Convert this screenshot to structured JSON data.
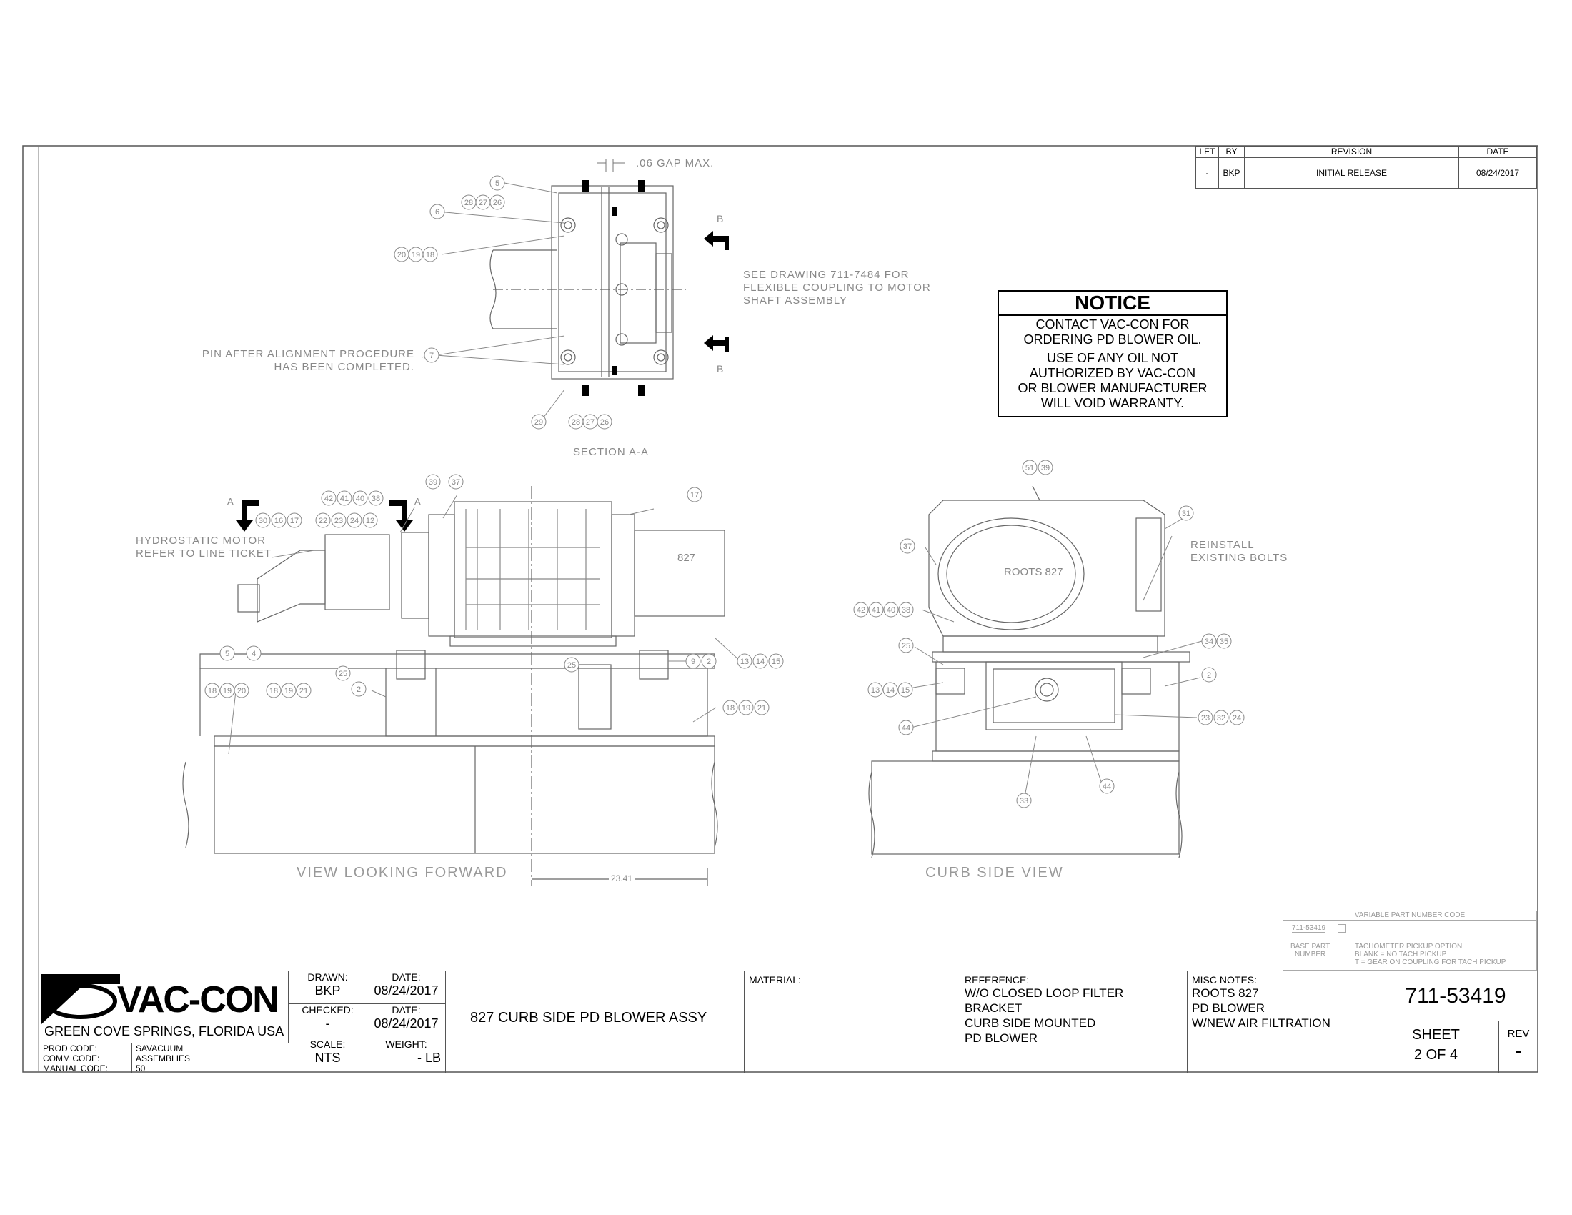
{
  "revision_table": {
    "headers": [
      "LET",
      "BY",
      "REVISION",
      "DATE"
    ],
    "rows": [
      [
        "-",
        "BKP",
        "INITIAL RELEASE",
        "08/24/2017"
      ]
    ]
  },
  "notice": {
    "title": "NOTICE",
    "line1": "CONTACT VAC-CON FOR",
    "line2": "ORDERING PD BLOWER OIL.",
    "line3": "USE OF ANY OIL NOT",
    "line4": "AUTHORIZED BY VAC-CON",
    "line5": "OR BLOWER MANUFACTURER",
    "line6": "WILL VOID WARRANTY."
  },
  "section_view": {
    "gap_note": ".06 GAP MAX.",
    "see_drawing_1": "SEE DRAWING 711-7484 FOR",
    "see_drawing_2": "FLEXIBLE COUPLING TO MOTOR",
    "see_drawing_3": "SHAFT ASSEMBLY",
    "pin_note_1": "PIN AFTER ALIGNMENT PROCEDURE",
    "pin_note_2": "HAS BEEN COMPLETED.",
    "label": "SECTION A-A",
    "marker_b": "B",
    "balloons": [
      "5",
      "6",
      "28",
      "27",
      "26",
      "20",
      "19",
      "18",
      "7",
      "29",
      "28",
      "27",
      "26"
    ]
  },
  "forward_view": {
    "label": "VIEW LOOKING FORWARD",
    "motor_note_1": "HYDROSTATIC MOTOR",
    "motor_note_2": "REFER TO LINE TICKET",
    "marker_a": "A",
    "blower_text": "827",
    "dimension": "23.41",
    "balloons": [
      "30",
      "16",
      "17",
      "42",
      "41",
      "40",
      "38",
      "22",
      "23",
      "24",
      "12",
      "39",
      "37",
      "17",
      "5",
      "4",
      "25",
      "25",
      "9",
      "13",
      "14",
      "15",
      "2",
      "2",
      "18",
      "19",
      "20",
      "18",
      "19",
      "21",
      "18",
      "19",
      "21"
    ]
  },
  "curb_view": {
    "label": "CURB SIDE VIEW",
    "blower_text": "ROOTS 827",
    "reinstall_1": "REINSTALL",
    "reinstall_2": "EXISTING BOLTS",
    "balloons": [
      "51",
      "39",
      "31",
      "37",
      "42",
      "41",
      "40",
      "38",
      "25",
      "34",
      "35",
      "2",
      "13",
      "14",
      "15",
      "44",
      "23",
      "32",
      "24",
      "33",
      "44"
    ]
  },
  "variable_part": {
    "title": "VARIABLE PART NUMBER CODE",
    "base": "711-53419",
    "base_label_1": "BASE PART",
    "base_label_2": "NUMBER",
    "tach_1": "TACHOMETER PICKUP OPTION",
    "tach_2": "BLANK = NO TACH PICKUP",
    "tach_3": "T = GEAR ON COUPLING FOR TACH PICKUP"
  },
  "title_block": {
    "company": "VAC-CON",
    "location": "GREEN COVE SPRINGS, FLORIDA USA",
    "prod_code_label": "PROD CODE:",
    "prod_code": "SAVACUUM",
    "comm_code_label": "COMM CODE:",
    "comm_code": "ASSEMBLIES",
    "manual_code_label": "MANUAL CODE:",
    "manual_code": "50",
    "drawn_label": "DRAWN:",
    "drawn": "BKP",
    "drawn_date_label": "DATE:",
    "drawn_date": "08/24/2017",
    "checked_label": "CHECKED:",
    "checked": "-",
    "checked_date_label": "DATE:",
    "checked_date": "08/24/2017",
    "scale_label": "SCALE:",
    "scale": "NTS",
    "weight_label": "WEIGHT:",
    "weight": "- LB",
    "title": "827 CURB SIDE PD BLOWER ASSY",
    "material_label": "MATERIAL:",
    "reference_label": "REFERENCE:",
    "reference_1": "W/O CLOSED LOOP FILTER",
    "reference_2": "BRACKET",
    "reference_3": "CURB SIDE MOUNTED",
    "reference_4": "PD BLOWER",
    "misc_label": "MISC NOTES:",
    "misc_1": "ROOTS 827",
    "misc_2": "PD BLOWER",
    "misc_3": "W/NEW AIR FILTRATION",
    "part_number": "711-53419",
    "sheet_label": "SHEET",
    "sheet": "2 OF 4",
    "rev_label": "REV",
    "rev": "-"
  }
}
